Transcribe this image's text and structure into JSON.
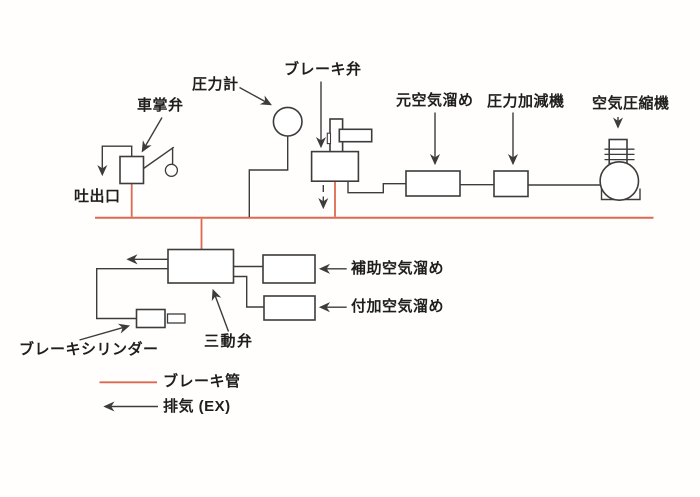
{
  "diagram": {
    "labels": {
      "conductor_valve": "車掌弁",
      "discharge_port": "吐出口",
      "pressure_gauge": "圧力計",
      "brake_valve": "ブレーキ弁",
      "main_air_reservoir": "元空気溜め",
      "pressure_regulator": "圧力加減機",
      "air_compressor": "空気圧縮機",
      "auxiliary_air_reservoir": "補助空気溜め",
      "supplementary_air_reservoir": "付加空気溜め",
      "triple_valve": "三動弁",
      "brake_cylinder": "ブレーキシリンダー"
    },
    "legend": {
      "brake_pipe_label": "ブレーキ管",
      "exhaust_label": "排気 (EX)"
    },
    "colors": {
      "brake_pipe_red": "#dd6951",
      "line_dark": "#3c3c3c"
    }
  }
}
